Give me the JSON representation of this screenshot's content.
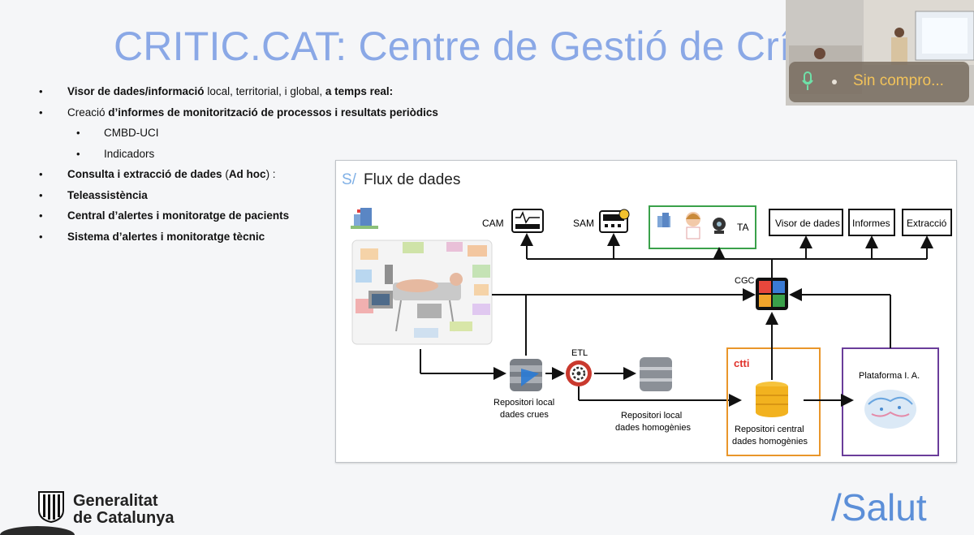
{
  "slide": {
    "title": "CRITIC.CAT: Centre de Gestió de Crí",
    "bullets": [
      {
        "level": 1,
        "parts": [
          {
            "t": "Visor de dades/informació",
            "b": true
          },
          {
            "t": " local, territorial, i global, ",
            "b": false
          },
          {
            "t": "a temps real:",
            "b": true
          }
        ]
      },
      {
        "level": 1,
        "parts": [
          {
            "t": "Creació ",
            "b": false
          },
          {
            "t": "d’informes de monitorització de processos i resultats periòdics",
            "b": true
          }
        ]
      },
      {
        "level": 2,
        "parts": [
          {
            "t": "CMBD-UCI",
            "b": false
          }
        ]
      },
      {
        "level": 2,
        "parts": [
          {
            "t": "Indicadors",
            "b": false
          }
        ]
      },
      {
        "level": 1,
        "parts": [
          {
            "t": "Consulta i extracció de dades",
            "b": true
          },
          {
            "t": " (",
            "b": false
          },
          {
            "t": "Ad hoc",
            "b": true
          },
          {
            "t": ") :",
            "b": false
          }
        ]
      },
      {
        "level": 1,
        "parts": [
          {
            "t": "Teleassistència",
            "b": true
          }
        ]
      },
      {
        "level": 1,
        "parts": [
          {
            "t": "Central d’alertes i monitoratge de pacients",
            "b": true
          }
        ]
      },
      {
        "level": 1,
        "parts": [
          {
            "t": "Sistema d’alertes i monitoratge tècnic",
            "b": true
          }
        ]
      }
    ]
  },
  "diagram": {
    "header_prefix": "S/",
    "header_title": "Flux de dades",
    "cam": "CAM",
    "sam": "SAM",
    "ta": "TA",
    "visor": "Visor de dades",
    "informes": "Informes",
    "extraccio": "Extracció",
    "cgc": "CGC",
    "etl": "ETL",
    "ctti": "ctti",
    "repo_local_crues_1": "Repositori local",
    "repo_local_crues_2": "dades crues",
    "repo_local_hom_1": "Repositori local",
    "repo_local_hom_2": "dades homogènies",
    "repo_central_1": "Repositori central",
    "repo_central_2": "dades homogènies",
    "plataforma": "Plataforma I. A.",
    "colors": {
      "green": "#3aa14a",
      "orange": "#e9962a",
      "purple": "#6a3d9a",
      "ctti_red": "#e0322b"
    }
  },
  "video": {
    "label": "Sin compro..."
  },
  "footer": {
    "gen_line1": "Generalitat",
    "gen_line2": "de Catalunya",
    "salut": "/Salut"
  }
}
